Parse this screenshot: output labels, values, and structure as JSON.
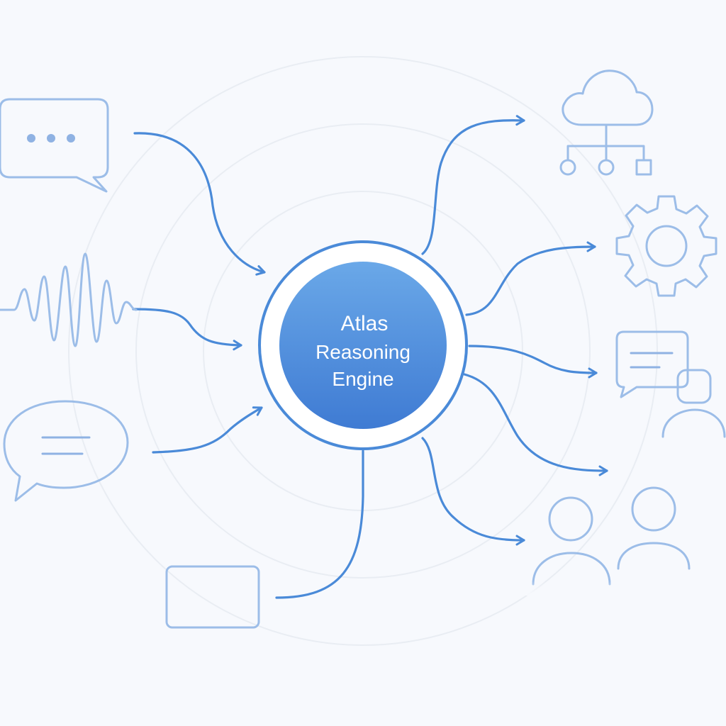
{
  "hub": {
    "lines": [
      "Atlas",
      "Reasoning",
      "Engine"
    ]
  },
  "inputs": [
    {
      "icon": "chat-bubble-dots-icon"
    },
    {
      "icon": "audio-waveform-icon"
    },
    {
      "icon": "speech-bubble-text-icon"
    },
    {
      "icon": "text-box-icon"
    }
  ],
  "outputs": [
    {
      "icon": "cloud-network-icon"
    },
    {
      "icon": "gear-icon"
    },
    {
      "icon": "chat-with-person-icon"
    },
    {
      "icon": "people-group-icon"
    }
  ],
  "colors": {
    "background": "#f7f9fd",
    "accent": "#4a8ad8",
    "icon_stroke": "#9cbde8",
    "icon_fill": "#edf3fd",
    "hub_fill_top": "#6aa8e8",
    "hub_fill_bottom": "#3f7bd3"
  }
}
